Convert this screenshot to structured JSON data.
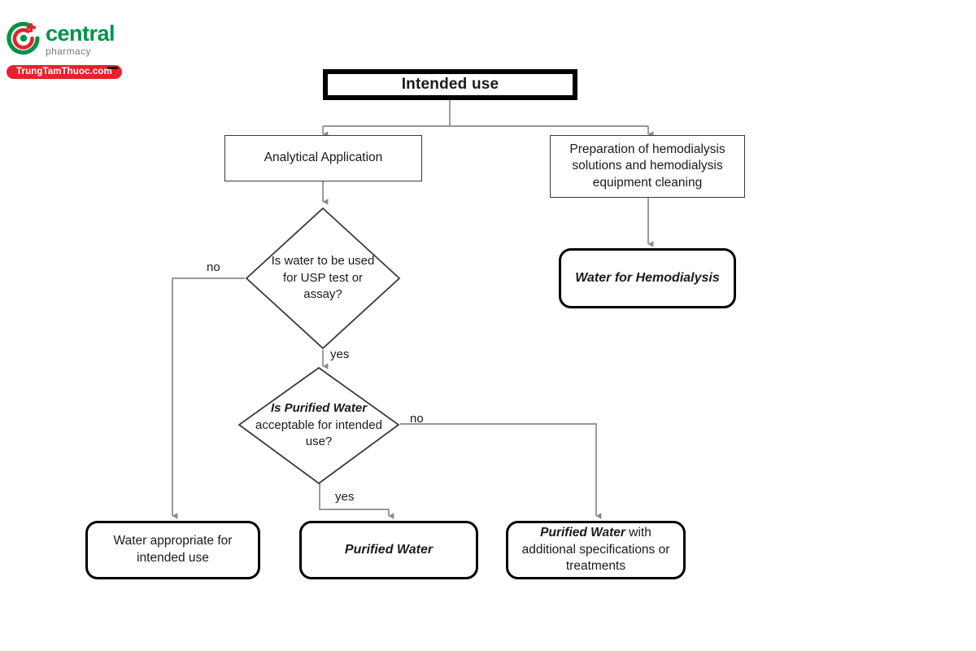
{
  "logo": {
    "brand_primary": "central",
    "brand_secondary": "pharmacy",
    "ribbon": "TrungTamThuoc.com",
    "color_green": "#00924a",
    "color_red": "#e8212b"
  },
  "diagram": {
    "title": "Intended use",
    "type": "flowchart",
    "nodes": [
      {
        "id": "intended-use",
        "label": "Intended use",
        "shape": "rect-thick"
      },
      {
        "id": "analytical-application",
        "label": "Analytical Application",
        "shape": "rect"
      },
      {
        "id": "hemodialysis-prep",
        "label": "Preparation of hemodialysis solutions and hemodialysis equipment cleaning",
        "shape": "rect"
      },
      {
        "id": "water-for-hemodialysis",
        "label": "Water for Hemodialysis",
        "shape": "rounded-thick"
      },
      {
        "id": "decision-usp",
        "label": "Is water to be used for USP test or assay?",
        "shape": "diamond"
      },
      {
        "id": "decision-purified",
        "label_lead": "Is Purified Water",
        "label_rest": "acceptable for intended use?",
        "shape": "diamond"
      },
      {
        "id": "water-appropriate",
        "label": "Water appropriate for intended use",
        "shape": "rounded-thick"
      },
      {
        "id": "purified-water",
        "label": "Purified Water",
        "shape": "rounded-thick"
      },
      {
        "id": "purified-water-additional",
        "label_lead": "Purified Water",
        "label_rest": " with additional specifications or treatments",
        "shape": "rounded-thick"
      }
    ],
    "edge_labels": {
      "usp_no": "no",
      "usp_yes": "yes",
      "purified_no": "no",
      "purified_yes": "yes"
    },
    "edges": [
      {
        "from": "intended-use",
        "to": "analytical-application",
        "label": ""
      },
      {
        "from": "intended-use",
        "to": "hemodialysis-prep",
        "label": ""
      },
      {
        "from": "hemodialysis-prep",
        "to": "water-for-hemodialysis",
        "label": ""
      },
      {
        "from": "analytical-application",
        "to": "decision-usp",
        "label": ""
      },
      {
        "from": "decision-usp",
        "to": "water-appropriate",
        "label": "no"
      },
      {
        "from": "decision-usp",
        "to": "decision-purified",
        "label": "yes"
      },
      {
        "from": "decision-purified",
        "to": "purified-water-additional",
        "label": "no"
      },
      {
        "from": "decision-purified",
        "to": "purified-water",
        "label": "yes"
      }
    ]
  },
  "style": {
    "line_color": "#8a8a8a",
    "node_border": "#3a3a3a",
    "thick_border": "#000000"
  }
}
